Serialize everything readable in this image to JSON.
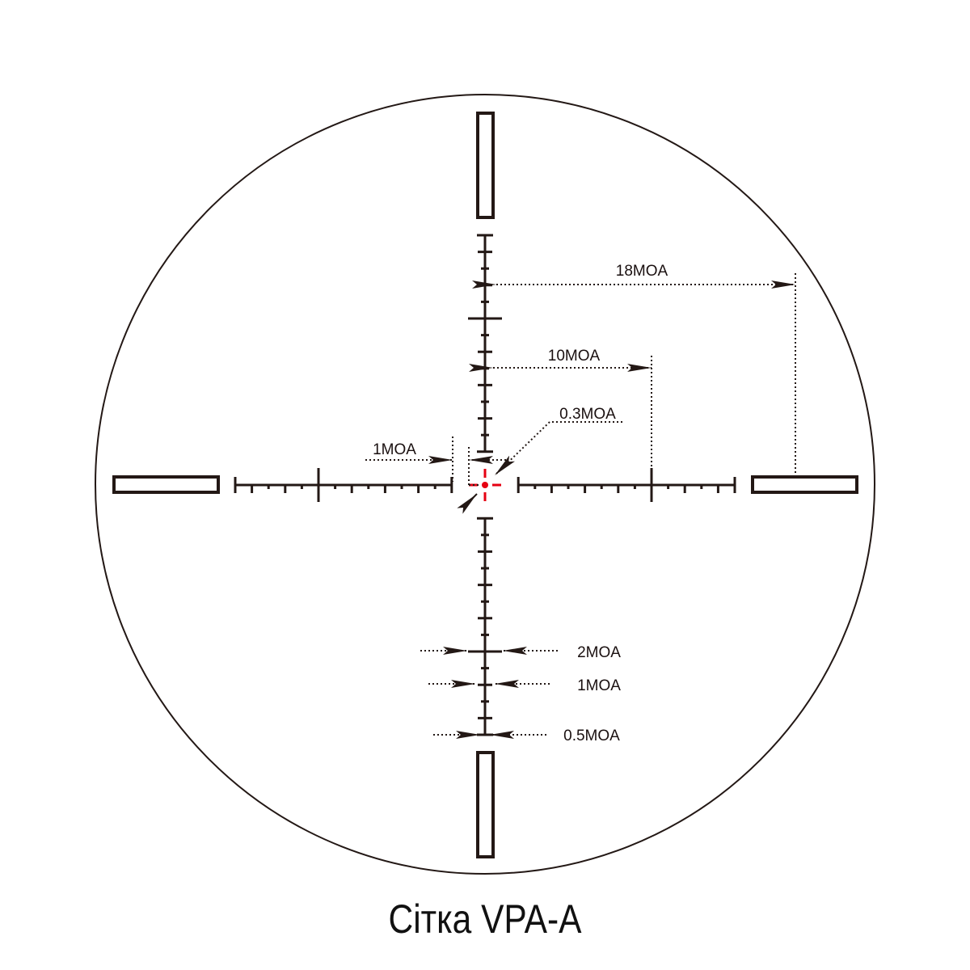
{
  "title": "Сітка VPA-A",
  "annotations": {
    "moa18": "18MOA",
    "moa10": "10MOA",
    "moa03": "0.3MOA",
    "moa1_center": "1MOA",
    "moa2_bottom": "2MOA",
    "moa1_bottom": "1MOA",
    "moa05_bottom": "0.5MOA"
  },
  "colors": {
    "reticle": "#231815",
    "center": "#e60012"
  }
}
